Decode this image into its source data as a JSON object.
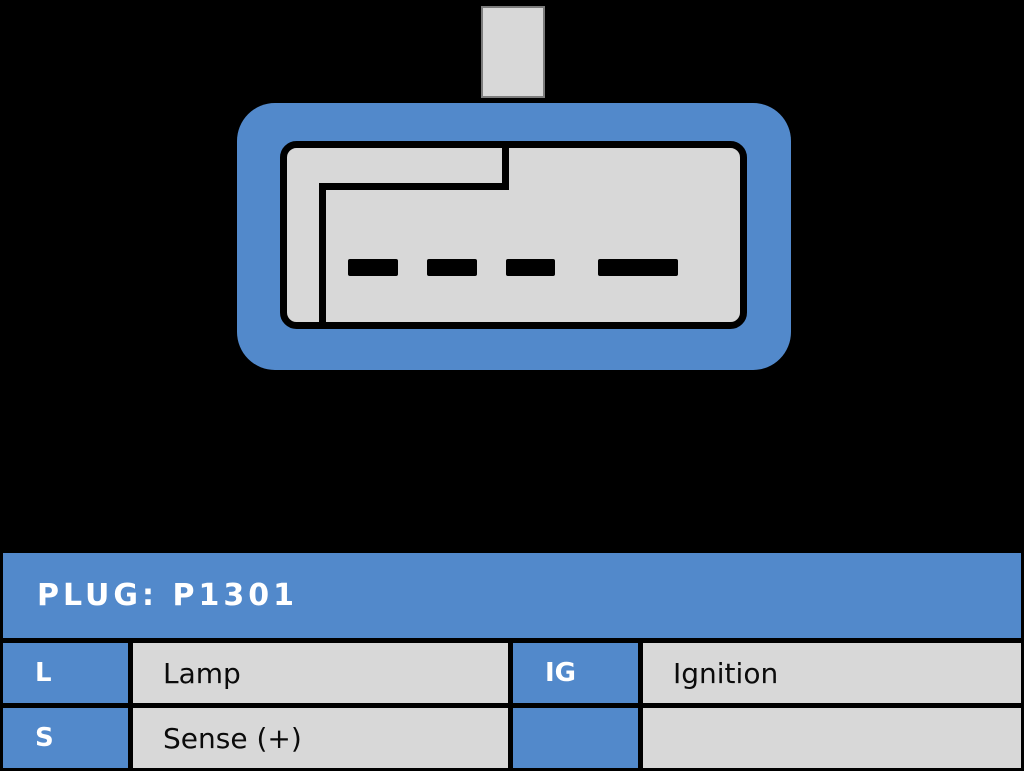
{
  "title": "PLUG: P1301",
  "colors": {
    "blue": "#5289CB",
    "gray": "#D8D8D8",
    "black": "#000000",
    "white": "#FFFFFF",
    "tab_border": "#7C7C7C",
    "text_dark": "#0B0B0B"
  },
  "diagram": {
    "type": "connector-front-view",
    "pin_slot_count": 4
  },
  "table": {
    "header": "PLUG: P1301",
    "rows": [
      [
        "L",
        "Lamp",
        "IG",
        "Ignition"
      ],
      [
        "S",
        "Sense (+)",
        "",
        ""
      ]
    ]
  }
}
